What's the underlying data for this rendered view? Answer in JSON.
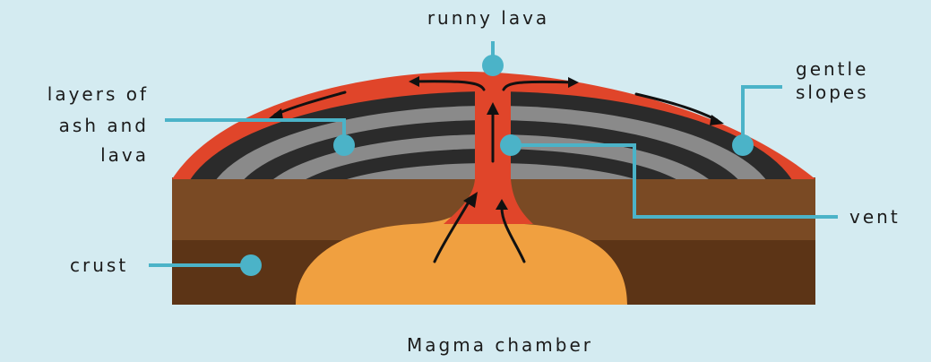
{
  "diagram": {
    "labels": {
      "runny_lava": "runny lava",
      "layers_line1": "layers of",
      "layers_line2": "ash and",
      "layers_line3": "lava",
      "gentle_line1": "gentle",
      "gentle_line2": "slopes",
      "vent": "vent",
      "crust": "crust",
      "magma_chamber": "Magma chamber"
    },
    "colors": {
      "background": "#d4ebf1",
      "lava": "#e0452a",
      "ash_dark": "#2b2b2b",
      "ash_light": "#8a8a8a",
      "crust_top": "#7a4a24",
      "crust_bottom": "#5c3416",
      "magma": "#f0a040",
      "pointer": "#4bb3c8"
    }
  }
}
